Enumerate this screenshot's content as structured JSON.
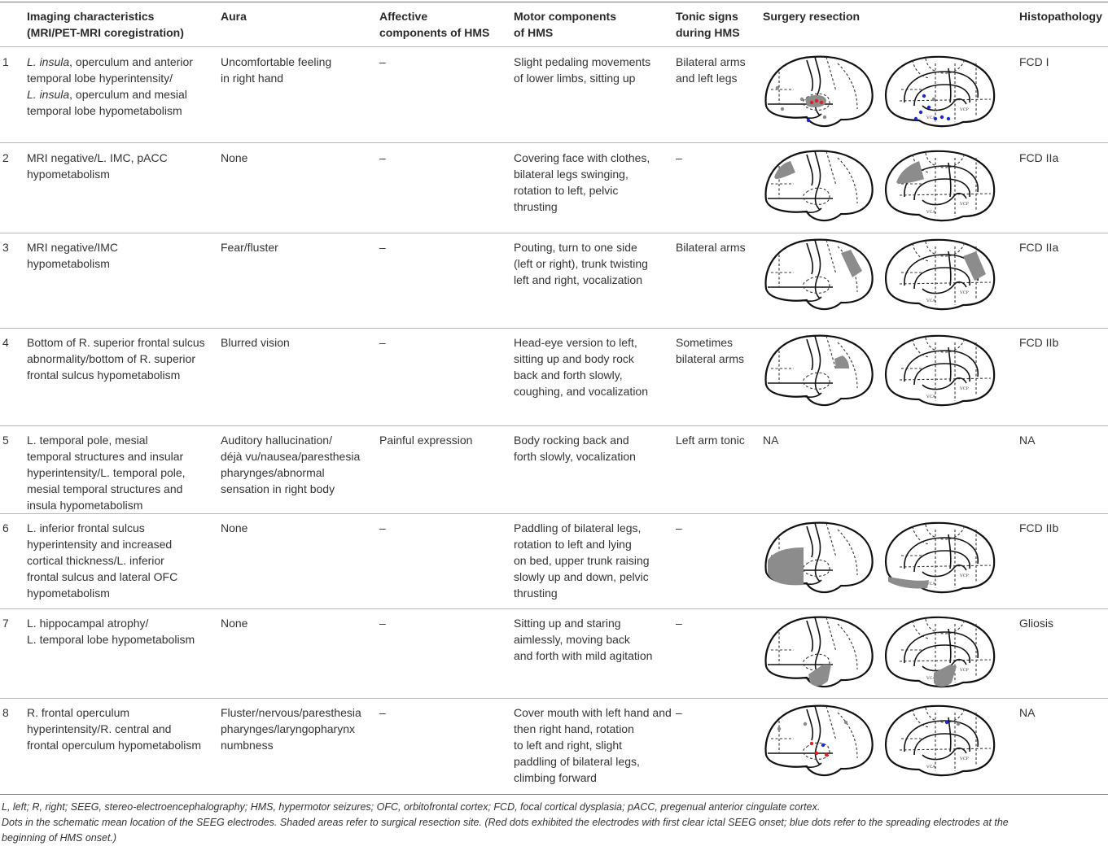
{
  "headers": {
    "imaging": "Imaging characteristics\n(MRI/PET-MRI coregistration)",
    "aura": "Aura",
    "affective": "Affective\ncomponents of HMS",
    "motor": "Motor components\nof HMS",
    "tonic": "Tonic signs\nduring HMS",
    "surgery": "Surgery resection",
    "histo": "Histopathology"
  },
  "rows": [
    {
      "num": "1",
      "imaging_html": "<i>L. insula</i>, operculum and anterior\ntemporal lobe hyperintensity/\n<i>L. insula</i>, operculum and mesial\ntemporal lobe hypometabolism",
      "aura": "Uncomfortable feeling\nin right hand",
      "affective": "–",
      "motor": "Slight pedaling movements\nof lower limbs, sitting up",
      "tonic": "Bilateral arms\nand left legs",
      "surgery": "",
      "histo": "FCD I"
    },
    {
      "num": "2",
      "imaging_html": "MRI negative/L. IMC, pACC\nhypometabolism",
      "aura": "None",
      "affective": "–",
      "motor": "Covering face with clothes,\nbilateral legs swinging,\nrotation to left, pelvic\nthrusting",
      "tonic": "–",
      "surgery": "",
      "histo": "FCD IIa"
    },
    {
      "num": "3",
      "imaging_html": "MRI negative/IMC\nhypometabolism",
      "aura": "Fear/fluster",
      "affective": "–",
      "motor": "Pouting, turn to one side\n(left or right), trunk twisting\nleft and right, vocalization",
      "tonic": "Bilateral arms",
      "surgery": "",
      "histo": "FCD IIa"
    },
    {
      "num": "4",
      "imaging_html": "Bottom of R. superior frontal sulcus\nabnormality/bottom of R. superior\nfrontal sulcus hypometabolism",
      "aura": "Blurred vision",
      "affective": "–",
      "motor": "Head-eye version to left,\nsitting up and body rock\nback and forth slowly,\ncoughing, and vocalization",
      "tonic": "Sometimes\nbilateral arms",
      "surgery": "",
      "histo": "FCD IIb"
    },
    {
      "num": "5",
      "imaging_html": "L. temporal pole, mesial\ntemporal structures and insular\nhyperintensity/L. temporal pole,\nmesial temporal structures and\ninsula hypometabolism",
      "aura": "Auditory hallucination/\ndéjà vu/nausea/paresthesia\npharynges/abnormal\nsensation in right body",
      "affective": "Painful expression",
      "motor": "Body rocking back and\nforth slowly, vocalization",
      "tonic": "Left arm tonic",
      "surgery": "NA",
      "histo": "NA"
    },
    {
      "num": "6",
      "imaging_html": "L. inferior frontal sulcus\nhyperintensity and increased\ncortical thickness/L. inferior\nfrontal sulcus and lateral OFC\nhypometabolism",
      "aura": "None",
      "affective": "–",
      "motor": "Paddling of bilateral legs,\nrotation to left and lying\non bed, upper trunk raising\nslowly up and down, pelvic\nthrusting",
      "tonic": "–",
      "surgery": "",
      "histo": "FCD IIb"
    },
    {
      "num": "7",
      "imaging_html": "L. hippocampal atrophy/\nL. temporal lobe hypometabolism",
      "aura": "None",
      "affective": "–",
      "motor": "Sitting up and staring\naimlessly, moving back\nand forth with mild agitation",
      "tonic": "–",
      "surgery": "",
      "histo": "Gliosis"
    },
    {
      "num": "8",
      "imaging_html": "R. frontal operculum\nhyperintensity/R. central and\nfrontal operculum hypometabolism",
      "aura": "Fluster/nervous/paresthesia\npharynges/laryngopharynx\nnumbness",
      "affective": "–",
      "motor": "Cover mouth with left hand and\nthen right hand, rotation\nto left and right, slight\npaddling of bilateral legs,\nclimbing forward",
      "tonic": "–",
      "surgery": "",
      "histo": "NA"
    }
  ],
  "diagram_labels": {
    "vca": "VCA",
    "vcp": "VCP"
  },
  "colors": {
    "ictal_onset_dot": "#e02020",
    "spreading_dot": "#1a2ad0",
    "other_dot": "#8a8a8a",
    "resection_shade": "#8c8c8c"
  },
  "footnote": {
    "line1": "L, left; R, right; SEEG, stereo-electroencephalography; HMS, hypermotor seizures; OFC, orbitofrontal cortex; FCD, focal cortical dysplasia; pACC, pregenual anterior cingulate cortex.",
    "line2": "Dots in the schematic mean location of the SEEG electrodes. Shaded areas refer to surgical resection site. (Red dots exhibited the electrodes with first clear ictal SEEG onset; blue dots refer to the spreading electrodes at the\nbeginning of HMS onset.)"
  }
}
